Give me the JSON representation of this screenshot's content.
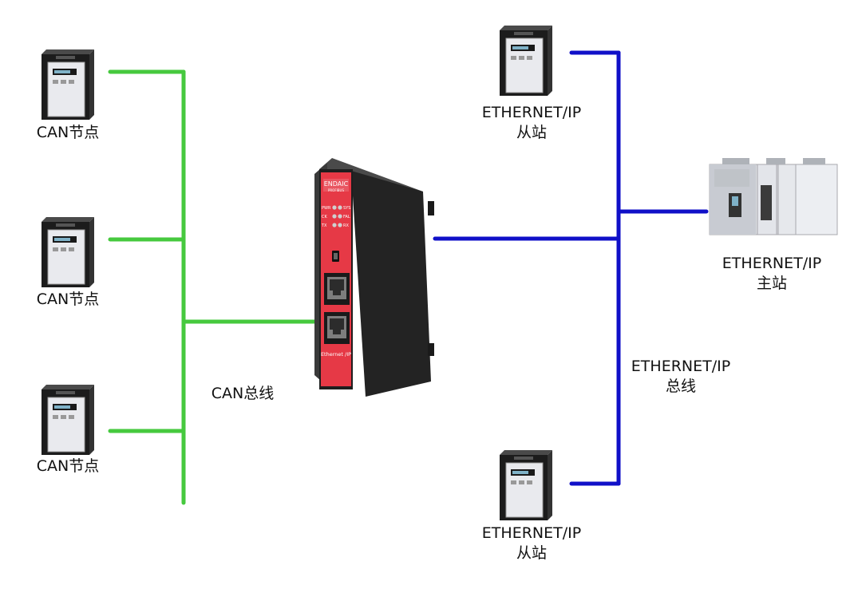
{
  "colors": {
    "can_bus": "#46c93e",
    "ethernet_bus": "#1010c8",
    "gateway_body": "#2a2a2a",
    "gateway_panel": "#e63946"
  },
  "icons": {
    "node": "servo-drive-icon",
    "gateway": "gateway-device-icon",
    "plc": "plc-rack-icon"
  },
  "can_nodes": [
    {
      "label": "CAN节点"
    },
    {
      "label": "CAN节点"
    },
    {
      "label": "CAN节点"
    }
  ],
  "can_bus": {
    "label": "CAN总线"
  },
  "gateway": {
    "brand": "ENDAIC",
    "brand_sub": "PROFIBUS",
    "leds": {
      "left": [
        "PWR",
        "CK",
        "TX"
      ],
      "right": [
        "SYS",
        "FAL",
        "RX"
      ]
    },
    "port_label": "Ethernet /IP"
  },
  "ethernet_slaves": [
    {
      "line1": "ETHERNET/IP",
      "line2": "从站"
    },
    {
      "line1": "ETHERNET/IP",
      "line2": "从站"
    }
  ],
  "ethernet_master": {
    "line1": "ETHERNET/IP",
    "line2": "主站"
  },
  "ethernet_bus": {
    "line1": "ETHERNET/IP",
    "line2": "总线"
  }
}
